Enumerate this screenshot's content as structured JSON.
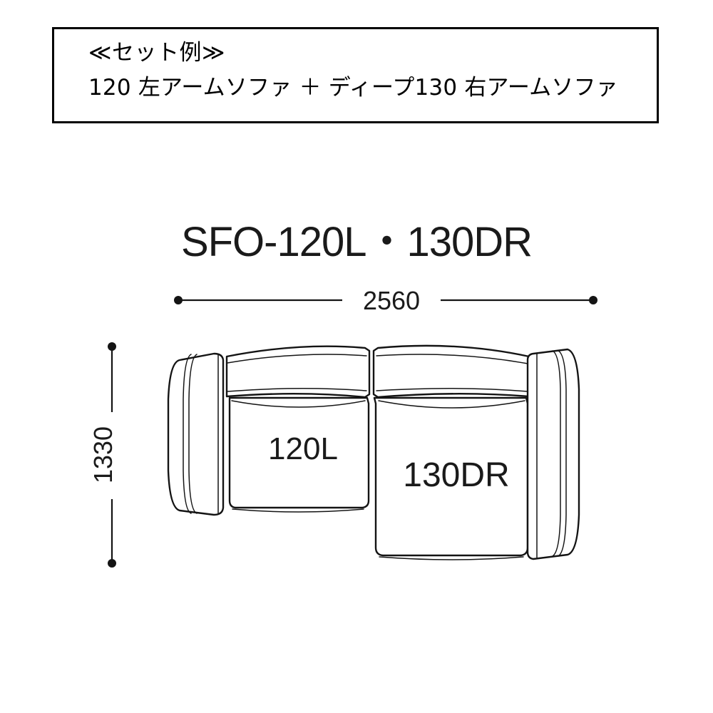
{
  "caption": {
    "line1": "≪セット例≫",
    "line2": "120 左アームソファ ＋ ディープ130 右アームソファ"
  },
  "drawing": {
    "title": "SFO-120L・130DR",
    "width_dimension": "2560",
    "depth_dimension": "1330",
    "modules": [
      {
        "label": "120L"
      },
      {
        "label": "130DR"
      }
    ]
  },
  "chart_data": {
    "type": "table",
    "title": "SFO-120L・130DR",
    "categories": [
      "120L",
      "130DR"
    ],
    "values": [
      2560,
      1330
    ],
    "xlabel": "2560",
    "ylabel": "1330"
  },
  "colors": {
    "line": "#141414",
    "text": "#1a1a1a",
    "background": "#ffffff"
  }
}
